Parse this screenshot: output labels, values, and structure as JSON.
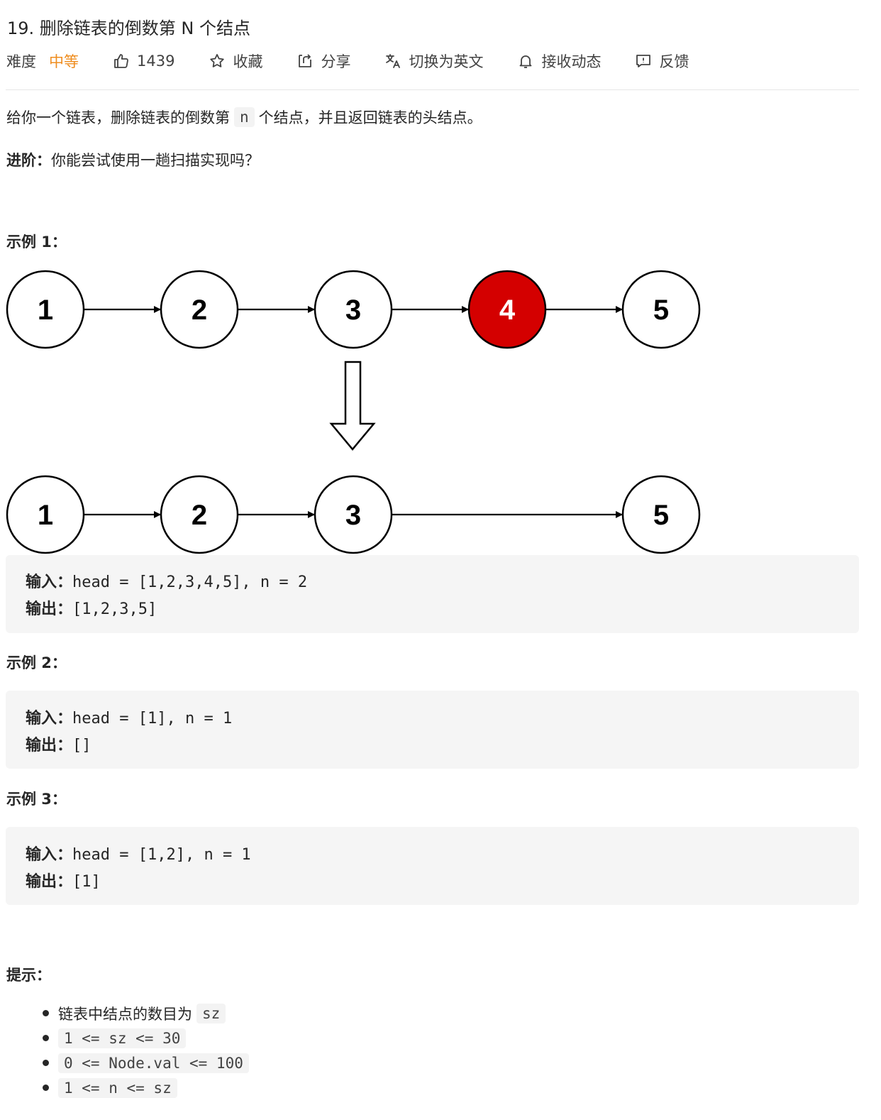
{
  "problem": {
    "title": "19. 删除链表的倒数第 N 个结点",
    "difficulty_label": "难度",
    "difficulty": "中等",
    "likes": "1439",
    "actions": {
      "favorite": "收藏",
      "share": "分享",
      "translate": "切换为英文",
      "subscribe": "接收动态",
      "feedback": "反馈"
    },
    "colors": {
      "difficulty": "#ef8d1f",
      "highlight_node": "#d40000"
    }
  },
  "description": {
    "part1": "给你一个链表，删除链表的倒数第",
    "code_n": "n",
    "part2": "个结点，并且返回链表的头结点。",
    "advance_label": "进阶：",
    "advance_text": "你能尝试使用一趟扫描实现吗？"
  },
  "examples": [
    {
      "title": "示例 1：",
      "input_label": "输入：",
      "input": "head = [1,2,3,4,5], n = 2",
      "output_label": "输出：",
      "output": "[1,2,3,5]"
    },
    {
      "title": "示例 2：",
      "input_label": "输入：",
      "input": "head = [1], n = 1",
      "output_label": "输出：",
      "output": "[]"
    },
    {
      "title": "示例 3：",
      "input_label": "输入：",
      "input": "head = [1,2], n = 1",
      "output_label": "输出：",
      "output": "[1]"
    }
  ],
  "diagram": {
    "before": [
      "1",
      "2",
      "3",
      "4",
      "5"
    ],
    "removed_index": 3,
    "after": [
      "1",
      "2",
      "3",
      "5"
    ]
  },
  "hints": {
    "title": "提示：",
    "item0_text": "链表中结点的数目为",
    "item0_code": "sz",
    "item1": "1 <= sz <= 30",
    "item2": "0 <= Node.val <= 100",
    "item3": "1 <= n <= sz"
  }
}
